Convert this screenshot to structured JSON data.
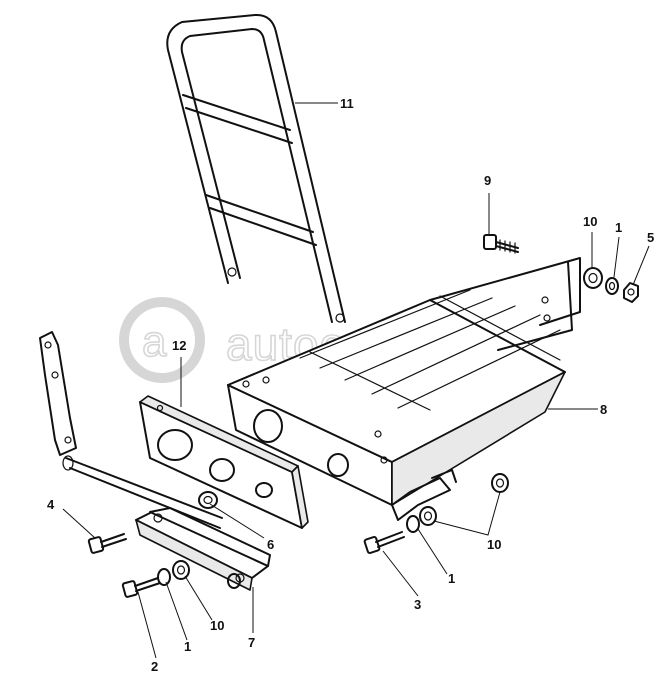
{
  "watermark": {
    "text": "autoopt.ru"
  },
  "callouts": [
    {
      "id": "c1a",
      "label": "1"
    },
    {
      "id": "c1b",
      "label": "1"
    },
    {
      "id": "c1c",
      "label": "1"
    },
    {
      "id": "c2",
      "label": "2"
    },
    {
      "id": "c3",
      "label": "3"
    },
    {
      "id": "c4",
      "label": "4"
    },
    {
      "id": "c5",
      "label": "5"
    },
    {
      "id": "c6",
      "label": "6"
    },
    {
      "id": "c7",
      "label": "7"
    },
    {
      "id": "c8",
      "label": "8"
    },
    {
      "id": "c9",
      "label": "9"
    },
    {
      "id": "c10a",
      "label": "10"
    },
    {
      "id": "c10b",
      "label": "10"
    },
    {
      "id": "c10c",
      "label": "10"
    },
    {
      "id": "c11",
      "label": "11"
    },
    {
      "id": "c12",
      "label": "12"
    }
  ],
  "colors": {
    "ink": "#111111",
    "paper": "#ffffff",
    "watermark": "#d6d6d6"
  }
}
